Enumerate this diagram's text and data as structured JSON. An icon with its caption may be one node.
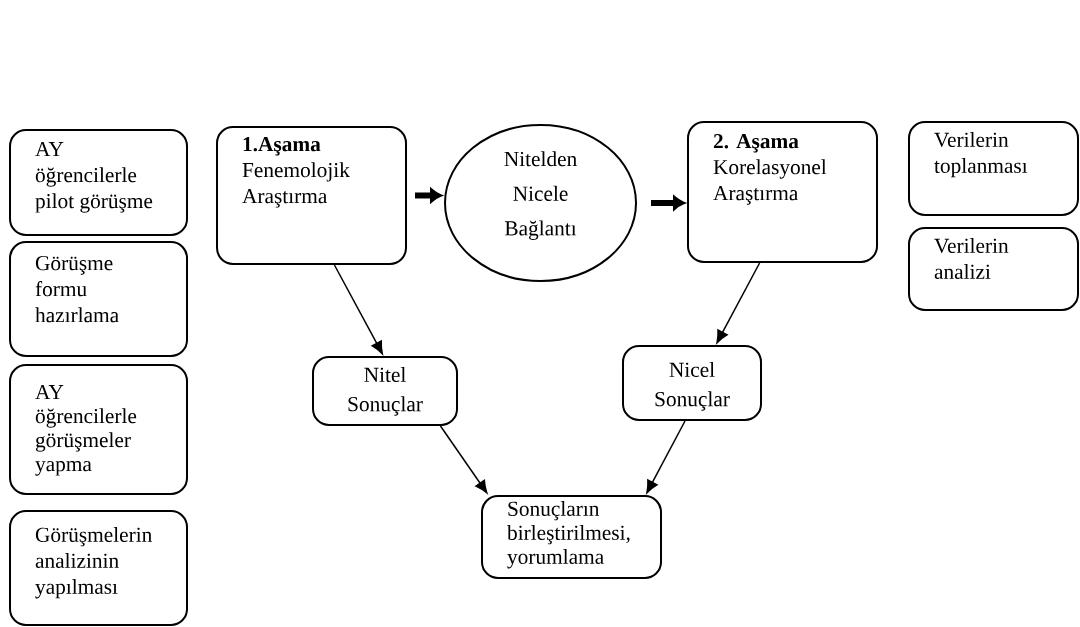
{
  "diagram": {
    "nodes": [
      {
        "text": [
          "AY öğrencilerle pilot görüşme"
        ]
      },
      {
        "text": [
          "Görüşme formu hazırlama"
        ]
      },
      {
        "text": [
          "AY öğrencilerle görüşmeler yapma"
        ]
      },
      {
        "text": [
          "Görüşmelerin analizinin yapılması"
        ]
      },
      {
        "text": [
          "1.Aşama",
          "Fenemolojik Araştırma"
        ]
      },
      {
        "text": [
          "Nitelden Nicele Bağlantı"
        ]
      },
      {
        "text": [
          "2. Aşama",
          "Korelasyonel Araştırma"
        ]
      },
      {
        "text": [
          "Verilerin toplanması"
        ]
      },
      {
        "text": [
          "Verilerin analizi"
        ]
      },
      {
        "text": [
          "Nitel Sonuçlar"
        ]
      },
      {
        "text": [
          "Nicel Sonuçlar"
        ]
      },
      {
        "text": [
          "Sonuçların birleştirilmesi, yorumlama"
        ]
      }
    ],
    "edges": [
      {
        "from": 4,
        "to": 5,
        "arrow": "to",
        "style": "thick"
      },
      {
        "from": 5,
        "to": 6,
        "arrow": "to",
        "style": "thick"
      },
      {
        "from": 4,
        "to": 9,
        "arrow": "to"
      },
      {
        "from": 6,
        "to": 10,
        "arrow": "to"
      },
      {
        "from": 9,
        "to": 11,
        "arrow": "to"
      },
      {
        "from": 10,
        "to": 11,
        "arrow": "to"
      }
    ]
  }
}
